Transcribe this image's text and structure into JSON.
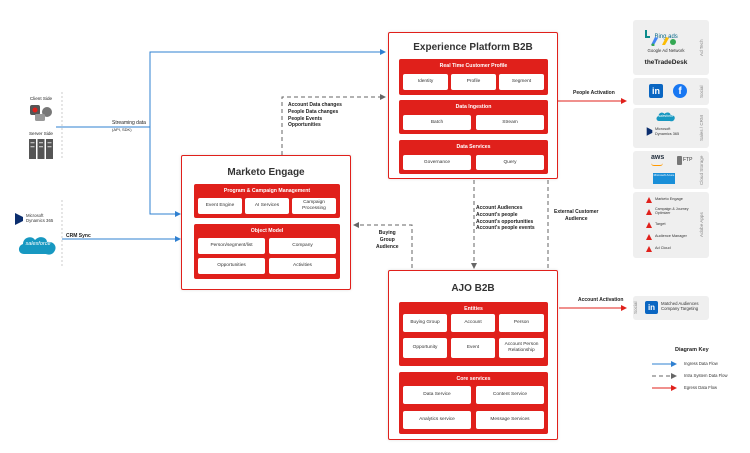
{
  "platform": {
    "title": "Experience Platform B2B",
    "sections": [
      {
        "title": "Real Time Customer Profile",
        "items": [
          "Identity",
          "Profile",
          "Segment"
        ]
      },
      {
        "title": "Data Ingestion",
        "items": [
          "Batch",
          "Stream"
        ]
      },
      {
        "title": "Data Services",
        "items": [
          "Governance",
          "Query"
        ]
      }
    ]
  },
  "marketo": {
    "title": "Marketo Engage",
    "sections": [
      {
        "title": "Program & Campaign Management",
        "items": [
          "Event Engine",
          "AI Services",
          "Campaign Processing"
        ]
      },
      {
        "title": "Object Model",
        "items": [
          "Person/segment/list",
          "Company",
          "Opportunities",
          "Activities"
        ]
      }
    ]
  },
  "ajo": {
    "title": "AJO B2B",
    "sections": [
      {
        "title": "Entities",
        "items": [
          "Buying Group",
          "Account",
          "Person",
          "Opportunity",
          "Event",
          "Account Person Relationship"
        ]
      },
      {
        "title": "Core services",
        "items": [
          "Data Service",
          "Content Service",
          "Analytics service",
          "Message Services"
        ]
      }
    ]
  },
  "sources": {
    "client_side": "Client Side",
    "server_side": "Server Side",
    "microsoft": "Microsoft Dynamics 365",
    "salesforce": "salesforce"
  },
  "labels": {
    "streaming": "Streaming data",
    "streaming_sub": "(API, SDK)",
    "crm_sync": "CRM Sync",
    "account_data": [
      "Account Data changes",
      "People Data changes",
      "People Events",
      "Opportunities"
    ],
    "buying_group": [
      "Buying",
      "Group",
      "Audience"
    ],
    "account_audiences": [
      "Account Audiences",
      "Account's people",
      "Account's opportunities",
      "Account's people events"
    ],
    "people_activation": "People Activation",
    "external_customer": [
      "External Customer",
      "Audience"
    ],
    "account_activation": "Account Activation"
  },
  "destinations": {
    "ad_tech_label": "Ad Tech",
    "bing": "Bing ads",
    "google": "Google Ad Network",
    "tradedesk": "theTradeDesk",
    "social_label": "Social",
    "sales_crm_label": "Sales / CRM",
    "salesforce": "salesforce",
    "microsoft": "Microsoft Dynamics 365",
    "cloud_label": "Cloud Storage",
    "aws": "aws",
    "ftp": "FTP",
    "azure": "Microsoft Azure",
    "adobe_label": "Adobe Apps",
    "adobe_apps": [
      "Marketo Engage",
      "Campaign & Journey Optimizer",
      "Target",
      "Audience Manager",
      "Ad Cloud"
    ],
    "social2_label": "Social",
    "matched": "Matched Audiences Company Targeting"
  },
  "key": {
    "title": "Diagram Key",
    "items": [
      "Ingress Data Flow",
      "Intra System Data Flow",
      "Egress Data Flow"
    ]
  },
  "colors": {
    "brand_red": "#e0201b",
    "ingress_blue": "#2f80d1",
    "intra_gray": "#666666"
  }
}
